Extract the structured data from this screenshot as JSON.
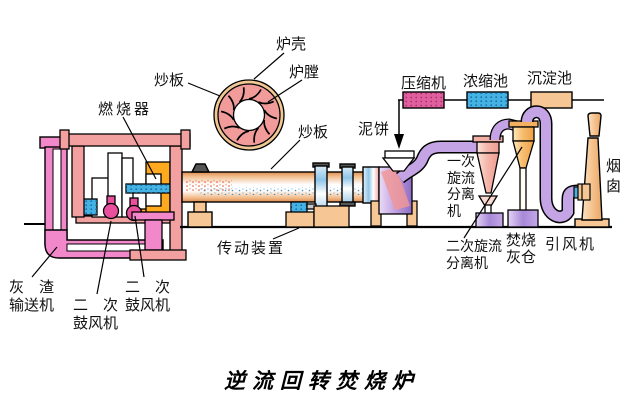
{
  "title": "逆流回转焚烧炉",
  "labels": {
    "furnace_shell": "炉壳",
    "furnace_chamber": "炉膛",
    "stir_plate_top": "炒板",
    "stir_plate_kiln": "炒板",
    "burner": "燃烧器",
    "compressor": "压缩机",
    "concentration_pool": "浓缩池",
    "sedimentation_pool": "沉淀池",
    "mud_cake": "泥饼",
    "primary_cyclone": "一次\n旋流\n分离\n机",
    "secondary_cyclone": "二次旋流\n分离机",
    "incineration_ash_bin": "焚烧\n灰仓",
    "induced_draft_fan": "引风机",
    "chimney": "烟\n囱",
    "ash_conveyor": "灰　渣\n输送机",
    "secondary_blower_left": "二　次\n鼓风机",
    "secondary_blower_right": "二　次\n鼓风机",
    "drive_device": "传动装置"
  },
  "colors": {
    "background": "#FFFFFF",
    "salmon": "#F2A0A0",
    "magenta": "#F287CA",
    "hot_pink": "#E8509E",
    "compressor_pink": "#E0609E",
    "burner_orange": "#FFA91E",
    "peach": "#F6C694",
    "water_blue": "#45B2E4",
    "duct_purple": "#C4A4E4",
    "bin_purple": "#A888D8",
    "cyclone_pink": "#F6B8AC",
    "cyclone_orange": "#F6BE6E",
    "ring_blue": "#8EC4E8",
    "kiln_ring_tan": "#F0C894",
    "kiln_ring_pink": "#F29B9B",
    "outline": "#000000"
  }
}
